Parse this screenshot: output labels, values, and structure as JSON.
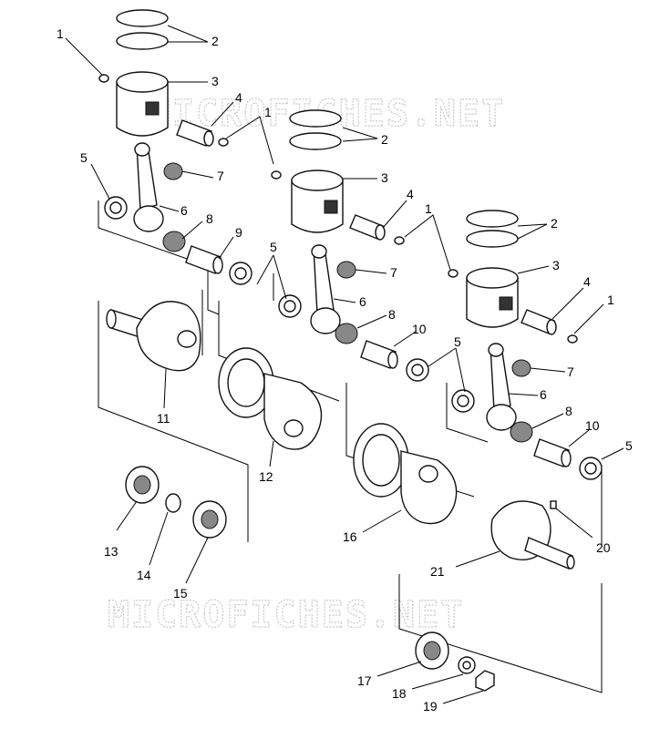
{
  "watermark": {
    "text": "MICROFICHES.NET"
  },
  "callouts": {
    "c1a": "1",
    "c2a": "2",
    "c3a": "3",
    "c4a": "4",
    "c1b": "1",
    "c5a": "5",
    "c7a": "7",
    "c6a": "6",
    "c8a": "8",
    "c9": "9",
    "c2b": "2",
    "c3b": "3",
    "c4b": "4",
    "c1c": "1",
    "c2c": "2",
    "c3c": "3",
    "c4c": "4",
    "c1d": "1",
    "c5b": "5",
    "c7b": "7",
    "c6b": "6",
    "c8b": "8",
    "c10a": "10",
    "c5c": "5",
    "c7c": "7",
    "c6c": "6",
    "c8c": "8",
    "c10b": "10",
    "c5d": "5",
    "c11": "11",
    "c12": "12",
    "c16": "16",
    "c20": "20",
    "c21": "21",
    "c13": "13",
    "c14": "14",
    "c15": "15",
    "c17": "17",
    "c18": "18",
    "c19": "19"
  }
}
